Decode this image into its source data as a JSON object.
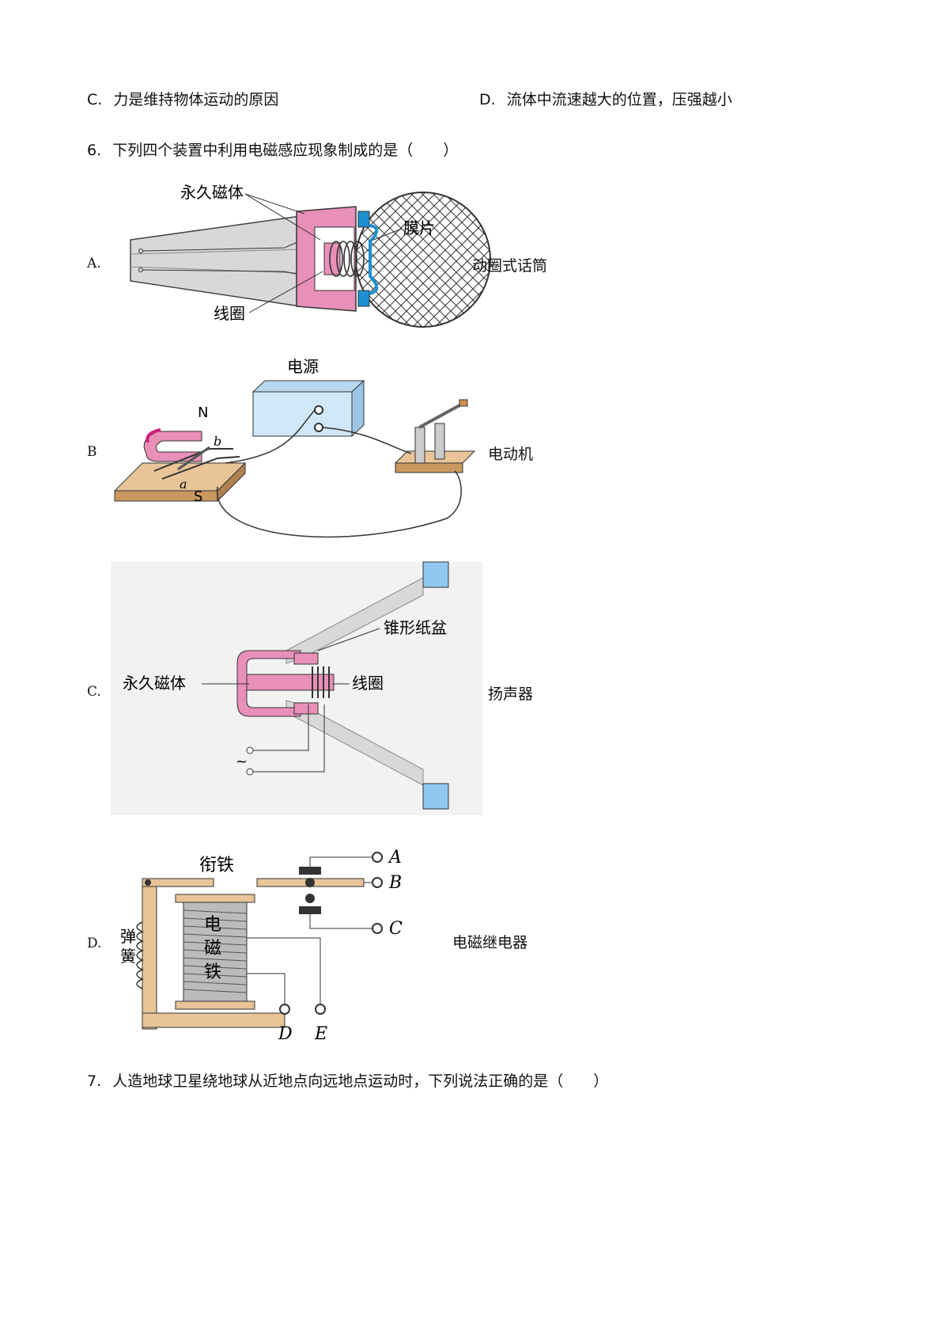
{
  "prev_options": {
    "c_label": "C.",
    "c_text": "力是维持物体运动的原因",
    "d_label": "D.",
    "d_text": "流体中流速越大的位置，压强越小"
  },
  "q6": {
    "number": "6.",
    "stem": "下列四个装置中利用电磁感应现象制成的是（　　）",
    "options": [
      {
        "label": "A.",
        "caption": "动圈式话筒",
        "parts": {
          "magnet": "永久磁体",
          "diaphragm": "膜片",
          "coil": "线圈"
        }
      },
      {
        "label": "B",
        "caption": "电动机",
        "parts": {
          "power": "电源",
          "n": "N",
          "s": "S",
          "a": "a",
          "b": "b"
        }
      },
      {
        "label": "C.",
        "caption": "扬声器",
        "parts": {
          "cone": "锥形纸盆",
          "magnet": "永久磁体",
          "coil": "线圈",
          "ac": "~"
        }
      },
      {
        "label": "D.",
        "caption": "电磁继电器",
        "parts": {
          "armature": "衔铁",
          "spring_1": "弹",
          "spring_2": "簧",
          "em_1": "电",
          "em_2": "磁",
          "em_3": "铁",
          "A": "A",
          "B": "B",
          "C": "C",
          "D": "D",
          "E": "E"
        }
      }
    ]
  },
  "q7": {
    "number": "7.",
    "stem": "人造地球卫星绕地球从近地点向远地点运动时，下列说法正确的是（　　）"
  }
}
